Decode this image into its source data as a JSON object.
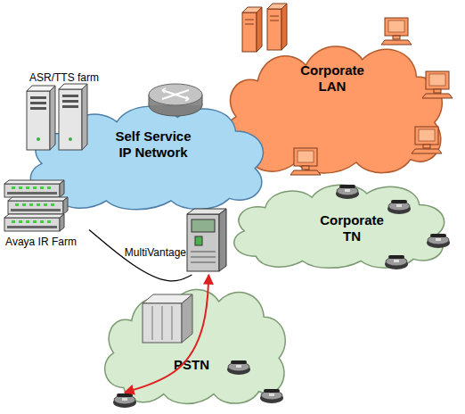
{
  "diagram": {
    "nodes": [
      {
        "text": [
          "Corporate LAN"
        ]
      },
      {
        "text": [
          "ASR/TTS farm"
        ]
      },
      {
        "text": [
          "Self Service IP Network"
        ]
      },
      {
        "text": [
          "Avaya IR Farm"
        ]
      },
      {
        "text": [
          "MultiVantage"
        ]
      },
      {
        "text": [
          "Corporate TN"
        ]
      },
      {
        "text": [
          "PSTN"
        ]
      }
    ],
    "edges": [
      {
        "from": 3,
        "to": 4,
        "arrow": "none"
      },
      {
        "from": 4,
        "to": 6,
        "arrow": "both"
      }
    ]
  }
}
